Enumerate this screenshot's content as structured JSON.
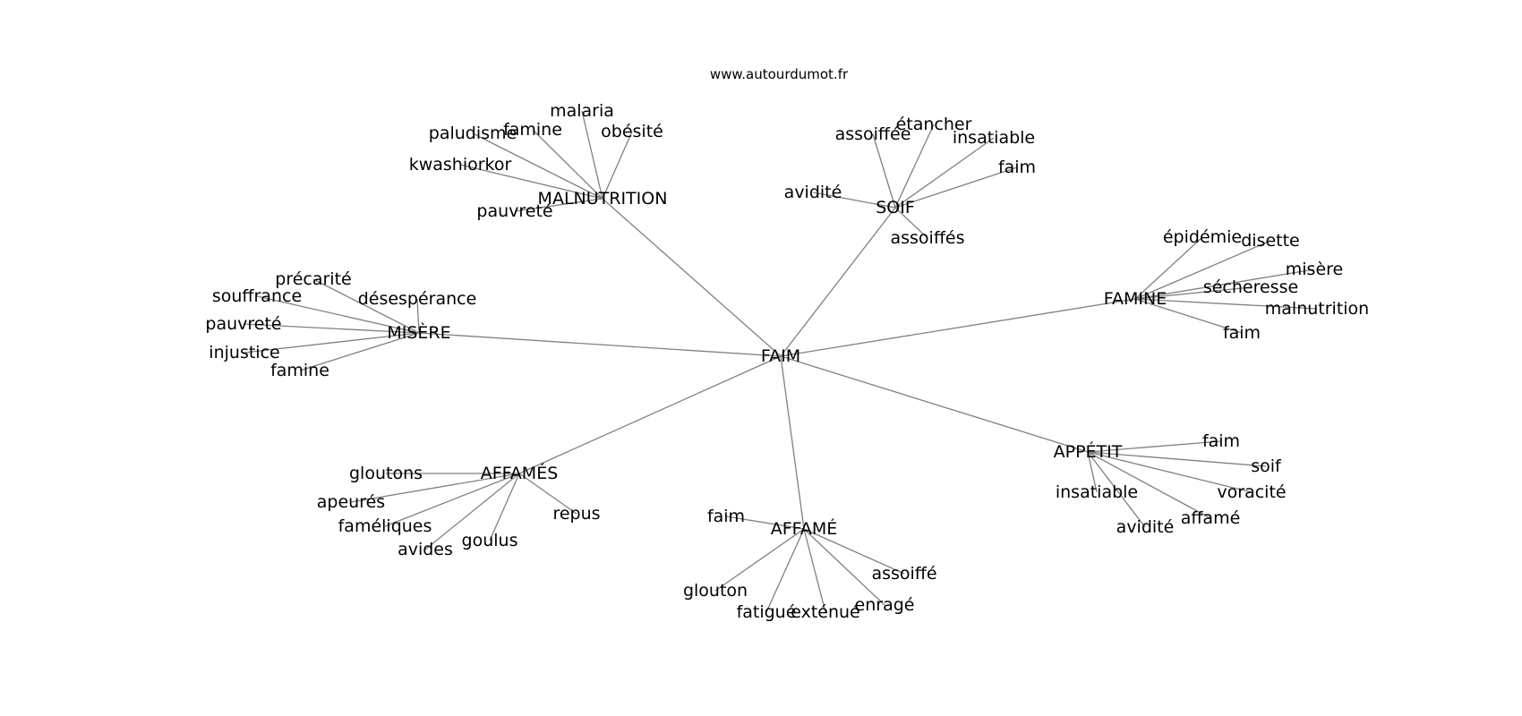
{
  "site": "www.autourdumot.fr",
  "colors": {
    "edge": "#808080",
    "text": "#000000",
    "background": "#ffffff"
  },
  "graph": {
    "root": "FAIM",
    "clusters": [
      {
        "hub": "MALNUTRITION",
        "words": [
          "malaria",
          "famine",
          "paludisme",
          "obésité",
          "kwashiorkor",
          "pauvreté"
        ]
      },
      {
        "hub": "SOIF",
        "words": [
          "étancher",
          "assoiffée",
          "insatiable",
          "faim",
          "avidité",
          "assoiffés"
        ]
      },
      {
        "hub": "FAMINE",
        "words": [
          "épidémie",
          "disette",
          "misère",
          "sécheresse",
          "malnutrition",
          "faim"
        ]
      },
      {
        "hub": "MISÈRE",
        "words": [
          "précarité",
          "souffrance",
          "désespérance",
          "pauvreté",
          "injustice",
          "famine"
        ]
      },
      {
        "hub": "AFFAMÉS",
        "words": [
          "gloutons",
          "apeurés",
          "repus",
          "faméliques",
          "goulus",
          "avides"
        ]
      },
      {
        "hub": "AFFAMÉ",
        "words": [
          "faim",
          "assoiffé",
          "glouton",
          "enragé",
          "exténué",
          "fatigué"
        ]
      },
      {
        "hub": "APPÉTIT",
        "words": [
          "faim",
          "soif",
          "voracité",
          "insatiable",
          "affamé",
          "avidité"
        ]
      }
    ]
  }
}
